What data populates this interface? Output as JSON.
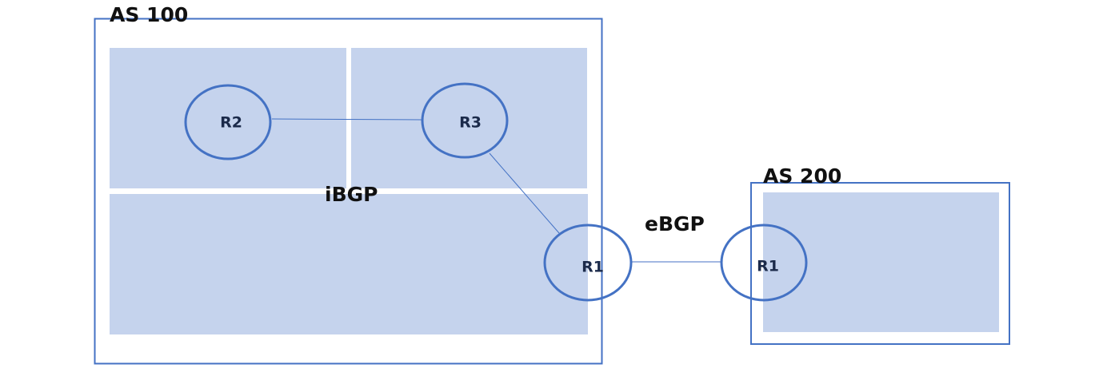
{
  "autonomous_systems": [
    {
      "id": "as100",
      "label": "AS 100"
    },
    {
      "id": "as200",
      "label": "AS 200"
    }
  ],
  "routers": [
    {
      "id": "as100-r2",
      "label": "R2"
    },
    {
      "id": "as100-r3",
      "label": "R3"
    },
    {
      "id": "as100-r1",
      "label": "R1"
    },
    {
      "id": "as200-r1",
      "label": "R1"
    }
  ],
  "links": [
    {
      "id": "r2-r3",
      "from": "as100-r2",
      "to": "as100-r3"
    },
    {
      "id": "r3-r1",
      "from": "as100-r3",
      "to": "as100-r1"
    },
    {
      "id": "r1-r1",
      "from": "as100-r1",
      "to": "as200-r1"
    }
  ],
  "link_labels": {
    "ibgp": "iBGP",
    "ebgp": "eBGP"
  },
  "colors": {
    "as_border": "#4472c4",
    "zone_fill": "#c5d3ed",
    "router_stroke": "#4472c4",
    "link_stroke": "#4472c4"
  }
}
